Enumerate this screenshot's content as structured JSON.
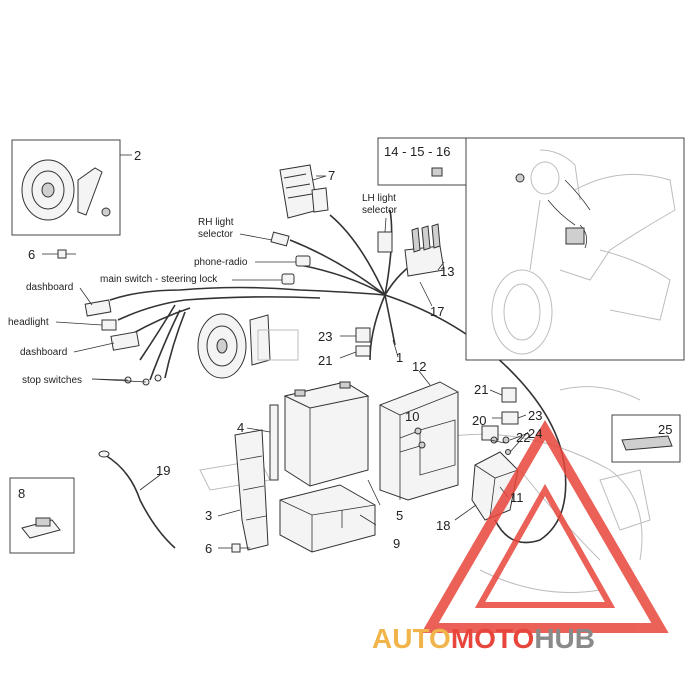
{
  "callouts": {
    "c2": "2",
    "c6a": "6",
    "c7": "7",
    "c14_16": "14 - 15 - 16",
    "c13": "13",
    "c17": "17",
    "c23a": "23",
    "c21a": "21",
    "c1": "1",
    "c12": "12",
    "c10": "10",
    "c21b": "21",
    "c20": "20",
    "c23b": "23",
    "c22": "22",
    "c24": "24",
    "c11": "11",
    "c18": "18",
    "c4": "4",
    "c19": "19",
    "c8": "8",
    "c3": "3",
    "c6b": "6",
    "c5": "5",
    "c9": "9",
    "c25": "25"
  },
  "labels": {
    "rh_light_selector_1": "RH light",
    "rh_light_selector_2": "selector",
    "lh_light_selector_1": "LH light",
    "lh_light_selector_2": "selector",
    "phone_radio": "phone-radio",
    "main_switch": "main switch - steering lock",
    "dashboard_1": "dashboard",
    "headlight": "headlight",
    "dashboard_2": "dashboard",
    "stop_switches": "stop switches"
  },
  "watermark": {
    "part1": "AUTO",
    "part2": "MOTO",
    "part3": "HUB",
    "color_red": "#e8463c",
    "color_gold": "#f0b44a",
    "color_gray": "#8a8a8a"
  }
}
